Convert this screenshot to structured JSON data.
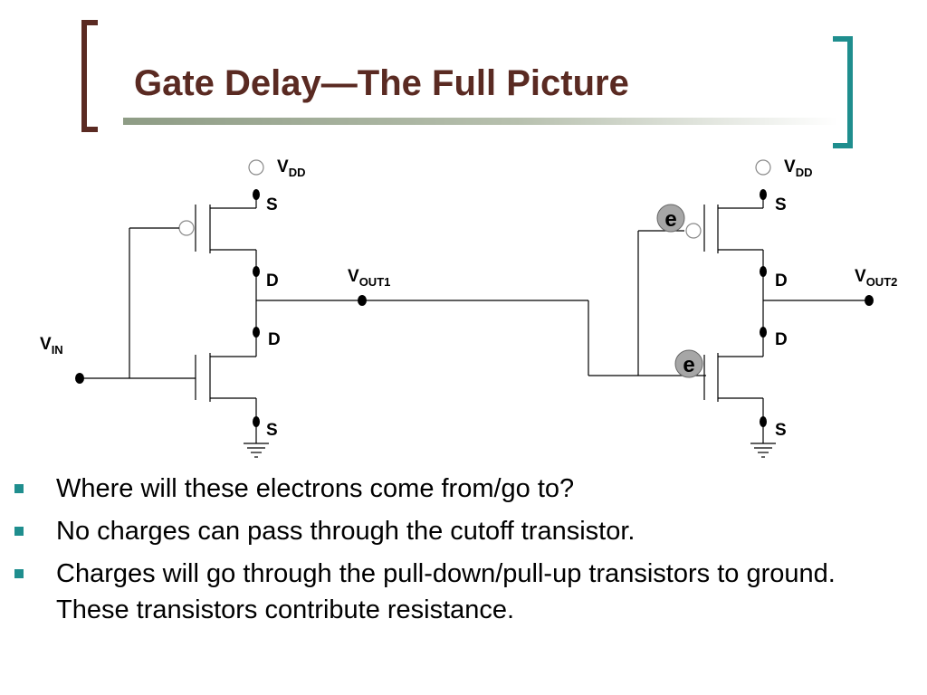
{
  "slide": {
    "title": "Gate Delay—The Full Picture"
  },
  "circuit": {
    "vdd_label": "V",
    "vdd_sub": "DD",
    "vin_label": "V",
    "vin_sub": "IN",
    "vout1_label": "V",
    "vout1_sub": "OUT1",
    "vout2_label": "V",
    "vout2_sub": "OUT2",
    "source_label": "S",
    "drain_label": "D",
    "electron_label": "e"
  },
  "bullets": [
    "Where will these electrons come from/go to?",
    "No charges can pass through the cutoff transistor.",
    "Charges will go through the pull-down/pull-up transistors to ground.  These transistors contribute resistance."
  ],
  "colors": {
    "title": "#5a2a22",
    "bracket_left": "#5a2a22",
    "bracket_right": "#1f8e8e",
    "bullet": "#1f8e8e",
    "electron_fill": "#a6a6a6"
  }
}
